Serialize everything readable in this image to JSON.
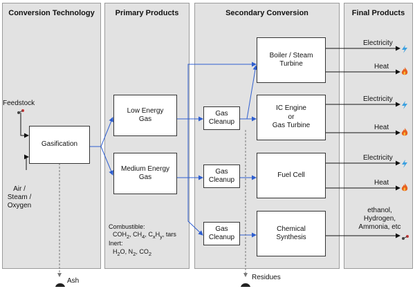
{
  "columns": [
    {
      "title": "Conversion Technology"
    },
    {
      "title": "Primary Products"
    },
    {
      "title": "Secondary Conversion"
    },
    {
      "title": "Final Products"
    }
  ],
  "inputs": {
    "feedstock": "Feedstock",
    "air_steam_oxygen": "Air /\nSteam /\nOxygen"
  },
  "nodes": {
    "gasification": "Gasification",
    "low_energy_gas": "Low Energy\nGas",
    "medium_energy_gas": "Medium Energy\nGas",
    "gas_cleanup_1": "Gas\nCleanup",
    "gas_cleanup_2": "Gas\nCleanup",
    "gas_cleanup_3": "Gas\nCleanup",
    "boiler": "Boiler / Steam\nTurbine",
    "ic_engine": "IC Engine\nor\nGas Turbine",
    "fuel_cell": "Fuel Cell",
    "chemical_synthesis": "Chemical\nSynthesis"
  },
  "outputs": {
    "electricity_1": "Electricity",
    "heat_1": "Heat",
    "electricity_2": "Electricity",
    "heat_2": "Heat",
    "electricity_3": "Electricity",
    "heat_3": "Heat",
    "chemicals": "ethanol,\nHydrogen,\nAmmonia, etc"
  },
  "byproducts": {
    "ash": "Ash",
    "residues": "Residues"
  },
  "composition": {
    "combustible_heading": "Combustible:",
    "combustible_items": [
      "CO",
      "H",
      "2",
      ", CH",
      "4",
      ", C",
      "x",
      "H",
      "y",
      ", tars"
    ],
    "inert_heading": "Inert:",
    "inert_items": [
      "H",
      "2",
      "O, N",
      "2",
      ", CO",
      "2"
    ]
  },
  "icons": {
    "electricity": "lightning-icon",
    "heat": "flame-icon",
    "chemicals": "molecule-icon",
    "feedstock": "molecule-icon",
    "ash_pile": "pile-icon",
    "residue_pile": "pile-icon"
  },
  "colors": {
    "column_bg": "#e2e2e2",
    "flow_blue": "#2f5fd0",
    "flow_black": "#111111",
    "flame": "#e8611f",
    "lightning": "#3aa0e0"
  }
}
